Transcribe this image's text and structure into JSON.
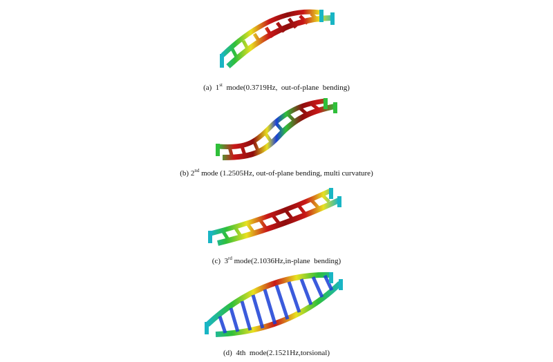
{
  "figure": {
    "modes": [
      {
        "id": "a",
        "caption": {
          "prefix": "(a)  1",
          "sup": "st",
          "suffix": "  mode(0.3719Hz,  out-of-plane  bending)"
        }
      },
      {
        "id": "b",
        "caption": {
          "prefix": "(b) 2",
          "sup": "nd",
          "suffix": " mode (1.2505Hz, out-of-plane bending, multi curvature)"
        }
      },
      {
        "id": "c",
        "caption": {
          "prefix": "(c)  3",
          "sup": "rd",
          "suffix": " mode(2.1036Hz,in-plane  bending)"
        }
      },
      {
        "id": "d",
        "caption": {
          "prefix": "(d)  4th  mode(2.1521Hz,torsional)",
          "sup": "",
          "suffix": ""
        }
      }
    ],
    "colors": {
      "low": "#1a3fd6",
      "midlow": "#19b5c4",
      "mid": "#2fbf3a",
      "midhigh": "#e8e020",
      "high": "#c81818",
      "peak": "#8e0d0d"
    }
  }
}
